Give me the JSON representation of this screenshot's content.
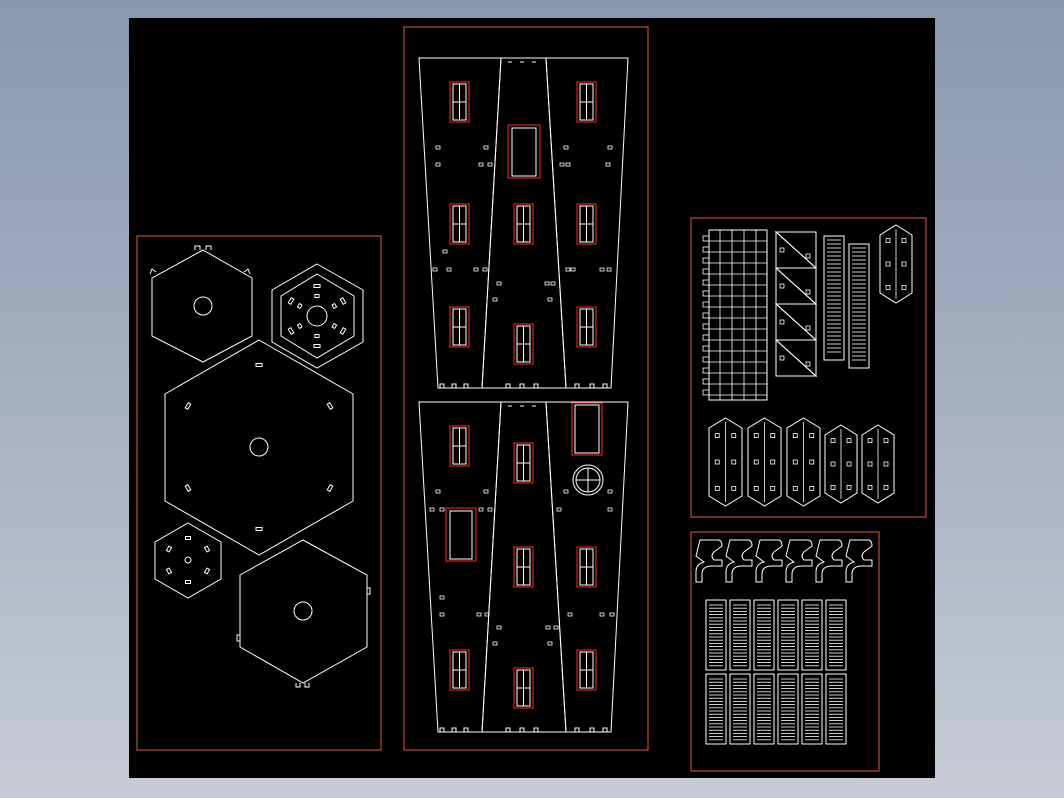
{
  "viewer": {
    "background": "#000000",
    "frame_color": "#e85a3a",
    "line_color": "#ffffff",
    "window_color": "#ff2a1e"
  },
  "sheets": [
    {
      "name": "hexagon-floor-parts"
    },
    {
      "name": "tower-wall-panels"
    },
    {
      "name": "roof-trusses-and-brackets"
    },
    {
      "name": "railings-and-corbels"
    }
  ]
}
